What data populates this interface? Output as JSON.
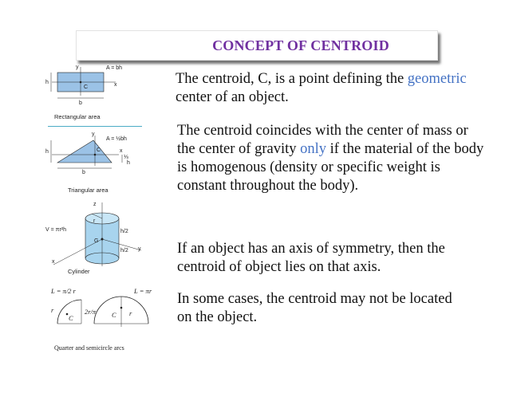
{
  "slide": {
    "title": "CONCEPT OF CENTROID",
    "p1": {
      "before": "The centroid, C, is a point defining the ",
      "accent": "geometric",
      "after": " center of an object."
    },
    "p2": {
      "before": "The centroid coincides with the center of mass or the center of gravity ",
      "accent": "only",
      "after": " if the material of the body is homogenous (density or specific weight is constant throughout the body)."
    },
    "p3": "If an object has an axis of symmetry, then the centroid of object lies on that axis.",
    "p4": "In some cases, the centroid may not be located on the object."
  },
  "figures": {
    "rect": {
      "caption": "Rectangular area",
      "area": "A = bh",
      "y": "y",
      "x": "x",
      "c": "C",
      "h": "h",
      "b": "b"
    },
    "tri": {
      "caption": "Triangular area",
      "area": "A = ½bh",
      "y": "y",
      "x": "x",
      "c": "C",
      "h": "h",
      "b": "b",
      "third": "⅓",
      "h2": "h"
    },
    "cyl": {
      "caption": "Cylinder",
      "volume": "V = πr²h",
      "z": "z",
      "y": "y",
      "x": "x",
      "r": "r",
      "g": "G",
      "h2a": "h/2",
      "h2b": "h/2"
    },
    "arcs": {
      "caption": "Quarter and semicircle arcs",
      "l1": "L = π/2 r",
      "l2": "L = πr",
      "c1": "C",
      "c2": "C",
      "r1": "r",
      "r2": "r",
      "dist": "2r/π"
    }
  },
  "colors": {
    "title": "#7030a0",
    "accent": "#4472c4",
    "rect_fill": "#9bc2e6",
    "tri_fill": "#9bc2e6",
    "cyl_fill": "#a8d4ee",
    "divider": "#4bacc6"
  }
}
